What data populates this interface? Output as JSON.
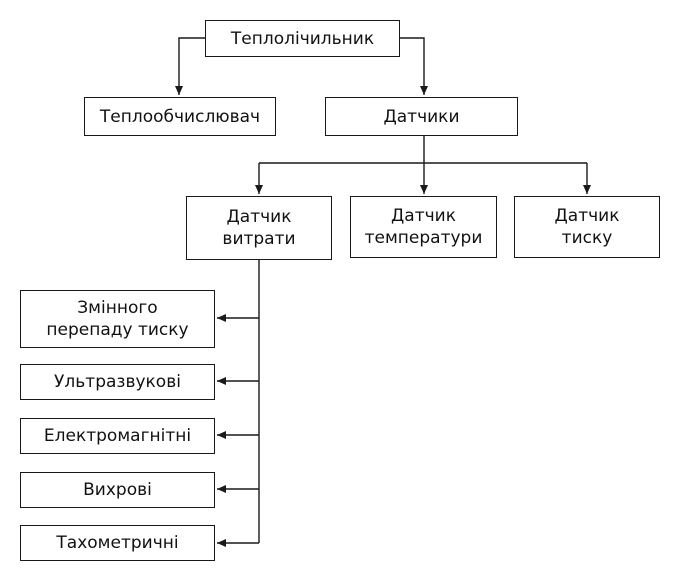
{
  "root": {
    "label": "Теплолічильник"
  },
  "level1": {
    "calculator": {
      "label": "Теплообчислювач"
    },
    "sensors": {
      "label": "Датчики"
    }
  },
  "sensor_types": {
    "flow": {
      "line1": "Датчик",
      "line2": "витрати"
    },
    "temperature": {
      "line1": "Датчик",
      "line2": "температури"
    },
    "pressure": {
      "line1": "Датчик",
      "line2": "тиску"
    }
  },
  "flow_types": [
    {
      "line1": "Змінного",
      "line2": "перепаду тиску"
    },
    {
      "line1": "Ультразвукові"
    },
    {
      "line1": "Електромагнітні"
    },
    {
      "line1": "Вихрові"
    },
    {
      "line1": "Тахометричні"
    }
  ]
}
